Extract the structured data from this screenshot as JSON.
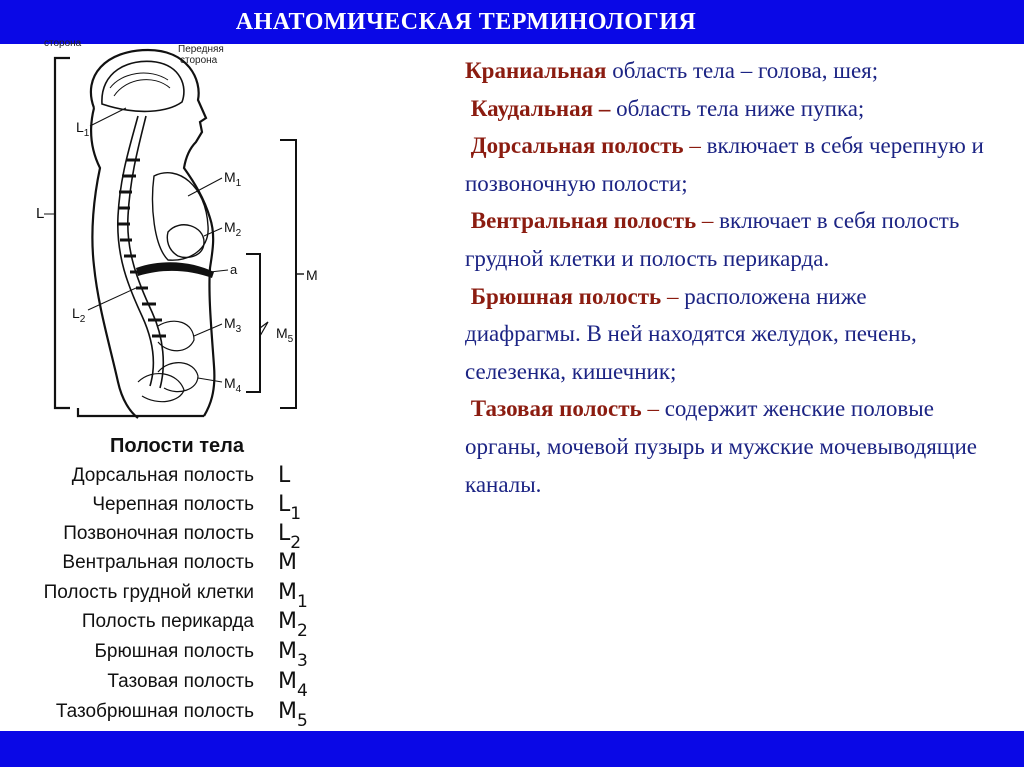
{
  "header": {
    "title": "АНАТОМИЧЕСКАЯ ТЕРМИНОЛОГИЯ"
  },
  "colors": {
    "bar": "#0a08e6",
    "term": "#8b1c10",
    "body_text": "#1c2484"
  },
  "figure": {
    "top_label_left": "сторона",
    "top_label_right_line1": "Передняя",
    "top_label_right_line2": "сторона",
    "labels": {
      "L": "L",
      "L1": "L",
      "L1_sub": "1",
      "L2": "L",
      "L2_sub": "2",
      "M": "M",
      "M1": "M",
      "M1_sub": "1",
      "M2": "M",
      "M2_sub": "2",
      "M3": "M",
      "M3_sub": "3",
      "M4": "M",
      "M4_sub": "4",
      "M5": "M",
      "M5_sub": "5",
      "a": "a"
    },
    "legend_title": "Полости тела",
    "legend": [
      {
        "name": "Дорсальная полость",
        "code": "L",
        "sub": ""
      },
      {
        "name": "Черепная полость",
        "code": "L",
        "sub": "1"
      },
      {
        "name": "Позвоночная полость",
        "code": "L",
        "sub": "2"
      },
      {
        "name": "Вентральная полость",
        "code": "M",
        "sub": ""
      },
      {
        "name": "Полость грудной клетки",
        "code": "M",
        "sub": "1"
      },
      {
        "name": "Полость перикарда",
        "code": "M",
        "sub": "2"
      },
      {
        "name": "Брюшная полость",
        "code": "M",
        "sub": "3"
      },
      {
        "name": "Тазовая полость",
        "code": "M",
        "sub": "4"
      },
      {
        "name": "Тазобрюшная полость",
        "code": "M",
        "sub": "5"
      }
    ]
  },
  "text": {
    "p1_term": "Краниальная",
    "p1_rest": " область тела – голова, шея;",
    "p2_term": "Каудальная",
    "p2_dash": " –",
    "p2_rest": " область тела ниже пупка;",
    "p3_term": "Дорсальная полость",
    "p3_dash": " –",
    "p3_rest": " включает в себя черепную и позвоночную полости;",
    "p4_term": "Вентральная полость",
    "p4_dash": " –",
    "p4_rest": " включает в себя полость грудной клетки и полость перикарда.",
    "p5_term": "Брюшная полость",
    "p5_dash": " –",
    "p5_rest": " расположена ниже диафрагмы. В ней находятся желудок, печень, селезенка, кишечник;",
    "p6_term": "Тазовая полость",
    "p6_dash": " –",
    "p6_rest": " содержит женские половые органы, мочевой пузырь и мужские мочевыводящие каналы."
  }
}
